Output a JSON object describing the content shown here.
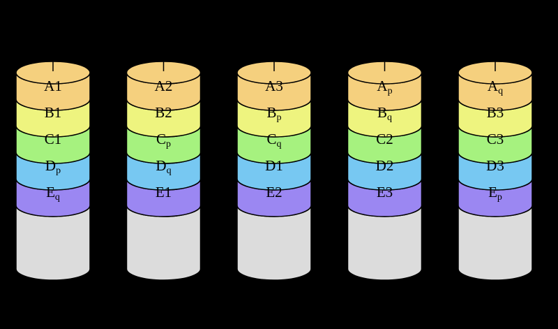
{
  "colors": {
    "background": "#000000",
    "outline": "#000000",
    "empty": "#dcdcdc",
    "A": "#f5d07e",
    "B": "#eef47f",
    "C": "#a6f27f",
    "D": "#77c8f2",
    "E": "#9b87f2"
  },
  "disks": [
    {
      "name": "disk-1",
      "stripes": [
        {
          "row": "A",
          "base": "A",
          "sub": "",
          "num": "1"
        },
        {
          "row": "B",
          "base": "B",
          "sub": "",
          "num": "1"
        },
        {
          "row": "C",
          "base": "C",
          "sub": "",
          "num": "1"
        },
        {
          "row": "D",
          "base": "D",
          "sub": "p",
          "num": ""
        },
        {
          "row": "E",
          "base": "E",
          "sub": "q",
          "num": ""
        }
      ]
    },
    {
      "name": "disk-2",
      "stripes": [
        {
          "row": "A",
          "base": "A",
          "sub": "",
          "num": "2"
        },
        {
          "row": "B",
          "base": "B",
          "sub": "",
          "num": "2"
        },
        {
          "row": "C",
          "base": "C",
          "sub": "p",
          "num": ""
        },
        {
          "row": "D",
          "base": "D",
          "sub": "q",
          "num": ""
        },
        {
          "row": "E",
          "base": "E",
          "sub": "",
          "num": "1"
        }
      ]
    },
    {
      "name": "disk-3",
      "stripes": [
        {
          "row": "A",
          "base": "A",
          "sub": "",
          "num": "3"
        },
        {
          "row": "B",
          "base": "B",
          "sub": "p",
          "num": ""
        },
        {
          "row": "C",
          "base": "C",
          "sub": "q",
          "num": ""
        },
        {
          "row": "D",
          "base": "D",
          "sub": "",
          "num": "1"
        },
        {
          "row": "E",
          "base": "E",
          "sub": "",
          "num": "2"
        }
      ]
    },
    {
      "name": "disk-4",
      "stripes": [
        {
          "row": "A",
          "base": "A",
          "sub": "p",
          "num": ""
        },
        {
          "row": "B",
          "base": "B",
          "sub": "q",
          "num": ""
        },
        {
          "row": "C",
          "base": "C",
          "sub": "",
          "num": "2"
        },
        {
          "row": "D",
          "base": "D",
          "sub": "",
          "num": "2"
        },
        {
          "row": "E",
          "base": "E",
          "sub": "",
          "num": "3"
        }
      ]
    },
    {
      "name": "disk-5",
      "stripes": [
        {
          "row": "A",
          "base": "A",
          "sub": "q",
          "num": ""
        },
        {
          "row": "B",
          "base": "B",
          "sub": "",
          "num": "3"
        },
        {
          "row": "C",
          "base": "C",
          "sub": "",
          "num": "3"
        },
        {
          "row": "D",
          "base": "D",
          "sub": "",
          "num": "3"
        },
        {
          "row": "E",
          "base": "E",
          "sub": "p",
          "num": ""
        }
      ]
    }
  ]
}
